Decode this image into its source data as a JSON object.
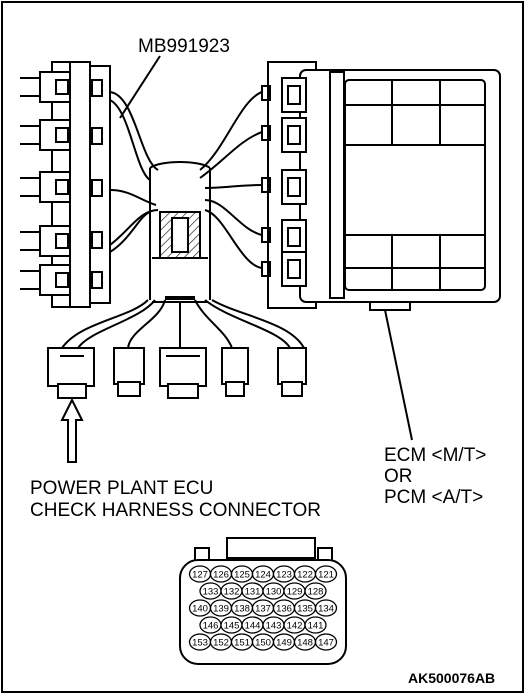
{
  "labels": {
    "tool": "MB991923",
    "ecm_line1": "ECM <M/T>",
    "ecm_line2": "OR",
    "ecm_line3": "PCM <A/T>",
    "check_line1": "POWER PLANT ECU",
    "check_line2": "CHECK HARNESS CONNECTOR",
    "figure_code": "AK500076AB"
  },
  "pins": {
    "row1": [
      "127",
      "126",
      "125",
      "124",
      "123",
      "122",
      "121"
    ],
    "row2": [
      "133",
      "132",
      "131",
      "130",
      "129",
      "128"
    ],
    "row3": [
      "140",
      "139",
      "138",
      "137",
      "136",
      "135",
      "134"
    ],
    "row4": [
      "146",
      "145",
      "144",
      "143",
      "142",
      "141"
    ],
    "row5": [
      "153",
      "152",
      "151",
      "150",
      "149",
      "148",
      "147"
    ]
  }
}
